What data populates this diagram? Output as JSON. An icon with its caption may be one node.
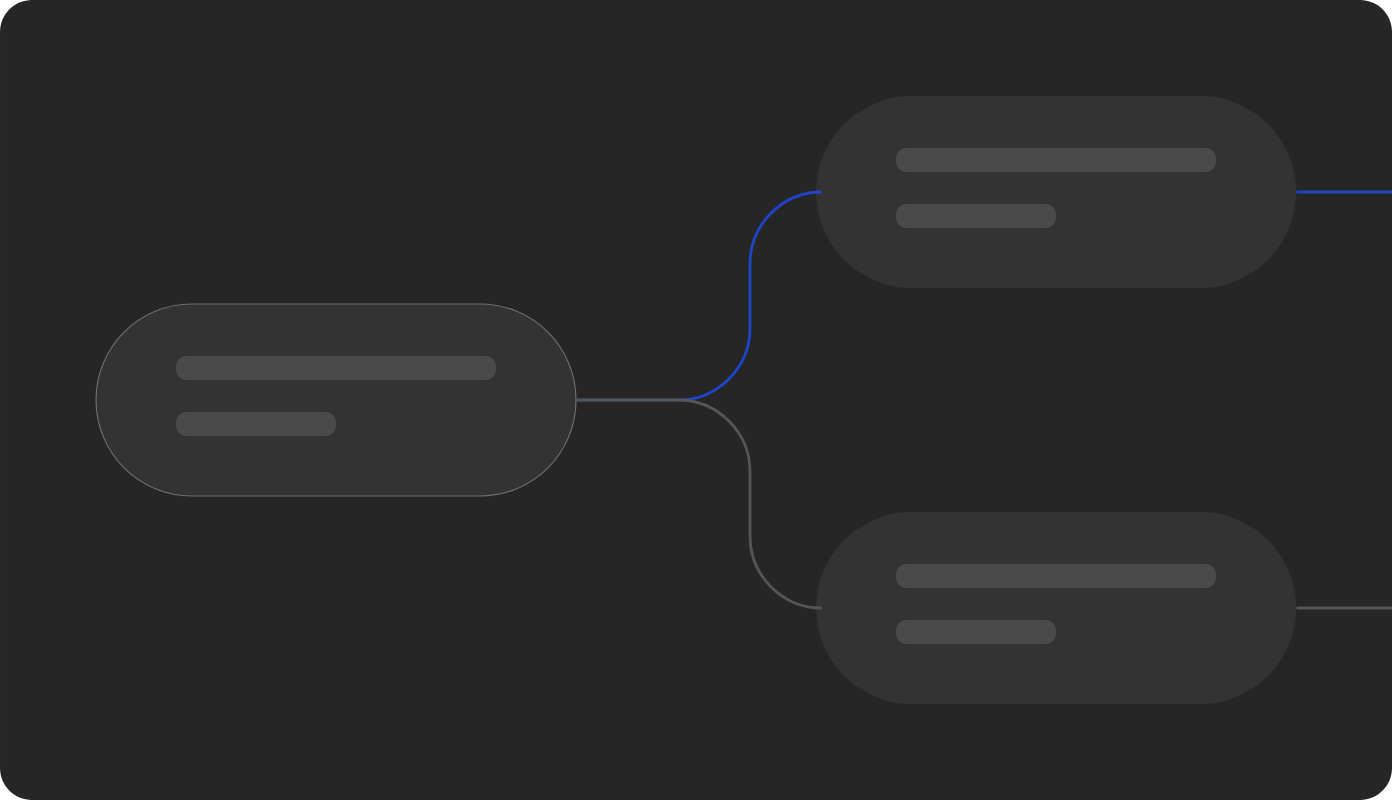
{
  "diagram": {
    "nodes": [
      {
        "text": [],
        "shape": "box"
      },
      {
        "text": [],
        "shape": "box"
      },
      {
        "text": [],
        "shape": "box"
      }
    ],
    "edges": [
      {
        "from": 0,
        "to": 1,
        "arrow": "none",
        "color": "#1f45c8"
      },
      {
        "from": 0,
        "to": 2,
        "arrow": "none",
        "color": "#555555"
      },
      {
        "from": 1,
        "to": null,
        "arrow": "none",
        "color": "#1f45c8"
      },
      {
        "from": 2,
        "to": null,
        "arrow": "none",
        "color": "#555555"
      }
    ]
  }
}
